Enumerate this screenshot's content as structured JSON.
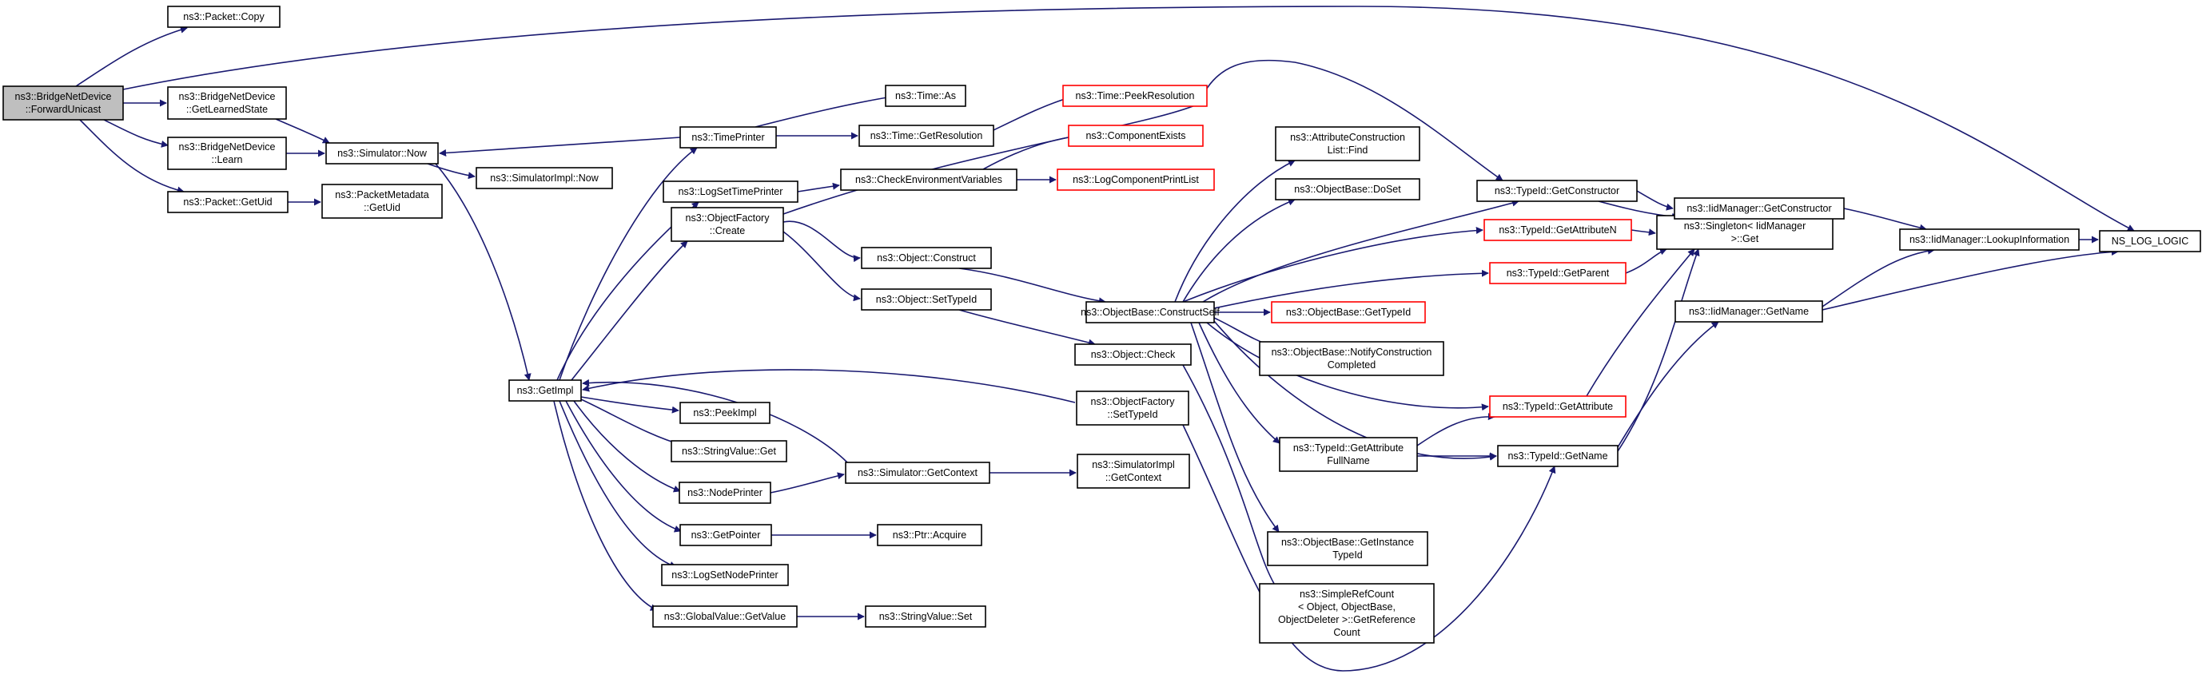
{
  "graph": {
    "nodes": [
      {
        "id": "root",
        "lines": [
          "ns3::BridgeNetDevice",
          "::ForwardUnicast"
        ],
        "style": "root"
      },
      {
        "id": "copy",
        "lines": [
          "ns3::Packet::Copy"
        ]
      },
      {
        "id": "learned",
        "lines": [
          "ns3::BridgeNetDevice",
          "::GetLearnedState"
        ]
      },
      {
        "id": "learn",
        "lines": [
          "ns3::BridgeNetDevice",
          "::Learn"
        ]
      },
      {
        "id": "getuid",
        "lines": [
          "ns3::Packet::GetUid"
        ]
      },
      {
        "id": "pmuid",
        "lines": [
          "ns3::PacketMetadata",
          "::GetUid"
        ]
      },
      {
        "id": "simnow",
        "lines": [
          "ns3::Simulator::Now"
        ]
      },
      {
        "id": "simimplnow",
        "lines": [
          "ns3::SimulatorImpl::Now"
        ]
      },
      {
        "id": "getimpl",
        "lines": [
          "ns3::GetImpl"
        ]
      },
      {
        "id": "timeprinter",
        "lines": [
          "ns3::TimePrinter"
        ]
      },
      {
        "id": "logsettime",
        "lines": [
          "ns3::LogSetTimePrinter"
        ]
      },
      {
        "id": "ofcreate",
        "lines": [
          "ns3::ObjectFactory",
          "::Create"
        ]
      },
      {
        "id": "timeas",
        "lines": [
          "ns3::Time::As"
        ]
      },
      {
        "id": "timeres",
        "lines": [
          "ns3::Time::GetResolution"
        ]
      },
      {
        "id": "peekres",
        "lines": [
          "ns3::Time::PeekResolution"
        ],
        "style": "red"
      },
      {
        "id": "checkenv",
        "lines": [
          "ns3::CheckEnvironmentVariables"
        ]
      },
      {
        "id": "compexists",
        "lines": [
          "ns3::ComponentExists"
        ],
        "style": "red"
      },
      {
        "id": "logcomp",
        "lines": [
          "ns3::LogComponentPrintList"
        ],
        "style": "red"
      },
      {
        "id": "objconstruct",
        "lines": [
          "ns3::Object::Construct"
        ]
      },
      {
        "id": "objsettype",
        "lines": [
          "ns3::Object::SetTypeId"
        ]
      },
      {
        "id": "constructself",
        "lines": [
          "ns3::ObjectBase::ConstructSelf"
        ]
      },
      {
        "id": "objcheck",
        "lines": [
          "ns3::Object::Check"
        ]
      },
      {
        "id": "ofsettype",
        "lines": [
          "ns3::ObjectFactory",
          "::SetTypeId"
        ]
      },
      {
        "id": "peekimpl",
        "lines": [
          "ns3::PeekImpl"
        ]
      },
      {
        "id": "strget",
        "lines": [
          "ns3::StringValue::Get"
        ]
      },
      {
        "id": "nodeprinter",
        "lines": [
          "ns3::NodePrinter"
        ]
      },
      {
        "id": "simctx",
        "lines": [
          "ns3::Simulator::GetContext"
        ]
      },
      {
        "id": "simimplctx",
        "lines": [
          "ns3::SimulatorImpl",
          "::GetContext"
        ]
      },
      {
        "id": "getpointer",
        "lines": [
          "ns3::GetPointer"
        ]
      },
      {
        "id": "ptracquire",
        "lines": [
          "ns3::Ptr::Acquire"
        ]
      },
      {
        "id": "logsetnode",
        "lines": [
          "ns3::LogSetNodePrinter"
        ]
      },
      {
        "id": "gvgetvalue",
        "lines": [
          "ns3::GlobalValue::GetValue"
        ]
      },
      {
        "id": "strset",
        "lines": [
          "ns3::StringValue::Set"
        ]
      },
      {
        "id": "acfind",
        "lines": [
          "ns3::AttributeConstruction",
          "List::Find"
        ]
      },
      {
        "id": "doset",
        "lines": [
          "ns3::ObjectBase::DoSet"
        ]
      },
      {
        "id": "obgettypeid",
        "lines": [
          "ns3::ObjectBase::GetTypeId"
        ],
        "style": "red"
      },
      {
        "id": "notify",
        "lines": [
          "ns3::ObjectBase::NotifyConstruction",
          "Completed"
        ]
      },
      {
        "id": "attrfull",
        "lines": [
          "ns3::TypeId::GetAttribute",
          "FullName"
        ]
      },
      {
        "id": "instance",
        "lines": [
          "ns3::ObjectBase::GetInstance",
          "TypeId"
        ]
      },
      {
        "id": "refcount",
        "lines": [
          "ns3::SimpleRefCount",
          "< Object, ObjectBase,",
          "ObjectDeleter >::GetReference",
          "Count"
        ]
      },
      {
        "id": "getconstructor",
        "lines": [
          "ns3::TypeId::GetConstructor"
        ]
      },
      {
        "id": "getattrn",
        "lines": [
          "ns3::TypeId::GetAttributeN"
        ],
        "style": "red"
      },
      {
        "id": "getparent",
        "lines": [
          "ns3::TypeId::GetParent"
        ],
        "style": "red"
      },
      {
        "id": "getattr",
        "lines": [
          "ns3::TypeId::GetAttribute"
        ],
        "style": "red"
      },
      {
        "id": "getname",
        "lines": [
          "ns3::TypeId::GetName"
        ]
      },
      {
        "id": "singleton",
        "lines": [
          "ns3::Singleton< IidManager",
          ">::Get"
        ]
      },
      {
        "id": "iidctor",
        "lines": [
          "ns3::IidManager::GetConstructor"
        ]
      },
      {
        "id": "iidname",
        "lines": [
          "ns3::IidManager::GetName"
        ]
      },
      {
        "id": "lookup",
        "lines": [
          "ns3::IidManager::LookupInformation"
        ]
      },
      {
        "id": "nslog",
        "lines": [
          "NS_LOG_LOGIC"
        ]
      }
    ]
  }
}
